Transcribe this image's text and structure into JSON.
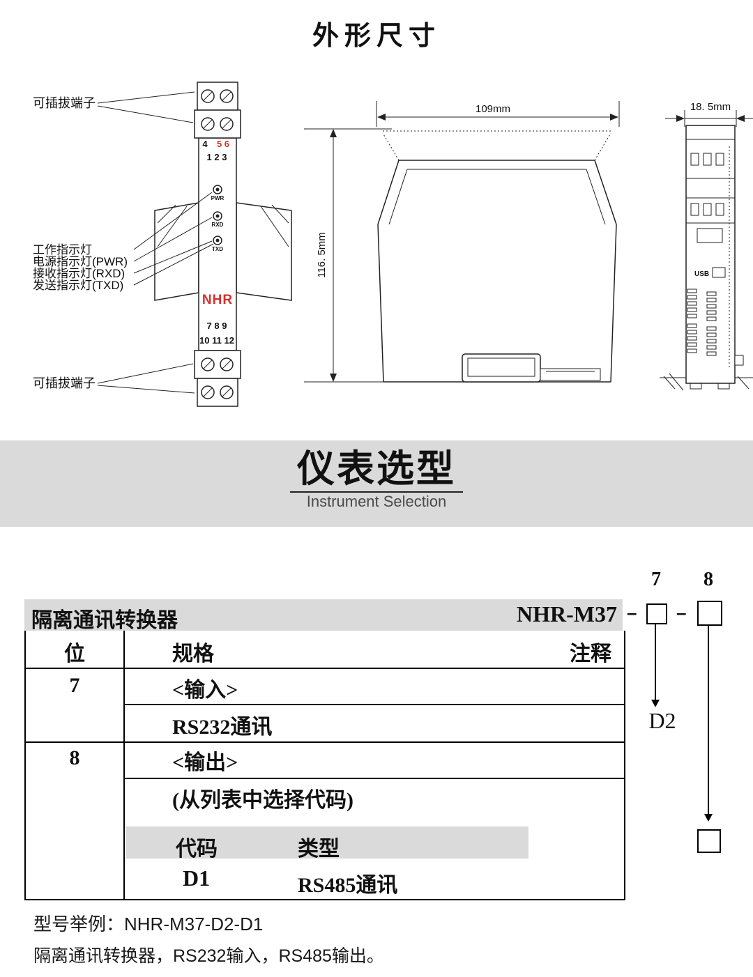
{
  "page": {
    "dim_title": "外形尺寸"
  },
  "outline": {
    "plug_label_top": "可插拔端子",
    "plug_label_bottom": "可插拔端子",
    "indicator_labels": [
      "工作指示灯",
      "电源指示灯(PWR)",
      "接收指示灯(RXD)",
      "发送指示灯(TXD)"
    ],
    "term_top_black": "4",
    "term_top_red": "5 6",
    "term_top_row2": "1 2 3",
    "leds": [
      "PWR",
      "RXD",
      "TXD"
    ],
    "brand": "NHR",
    "term_bottom_row1": "7 8 9",
    "term_bottom_row2": "10 11 12",
    "dim_width": "109mm",
    "dim_height": "116. 5mm",
    "dim_depth": "18. 5mm",
    "usb": "USB"
  },
  "banner": {
    "title": "仪表选型",
    "subtitle": "Instrument Selection"
  },
  "selection": {
    "digit7": "7",
    "digit8": "8",
    "product": "隔离通讯转换器",
    "model": "NHR-M37",
    "dash": "–",
    "col_pos": "位",
    "col_spec": "规格",
    "col_note": "注释",
    "row7_pos": "7",
    "row7_spec_header": "<输入>",
    "row7_spec_value": "RS232通讯",
    "row7_code": "D2",
    "row8_pos": "8",
    "row8_spec_header": "<输出>",
    "row8_spec_note": "(从列表中选择代码)",
    "sub_col_code": "代码",
    "sub_col_type": "类型",
    "row8_code": "D1",
    "row8_type": "RS485通讯",
    "example_title": "型号举例：NHR-M37-D2-D1",
    "example_desc": "隔离通讯转换器，RS232输入，RS485输出。"
  }
}
